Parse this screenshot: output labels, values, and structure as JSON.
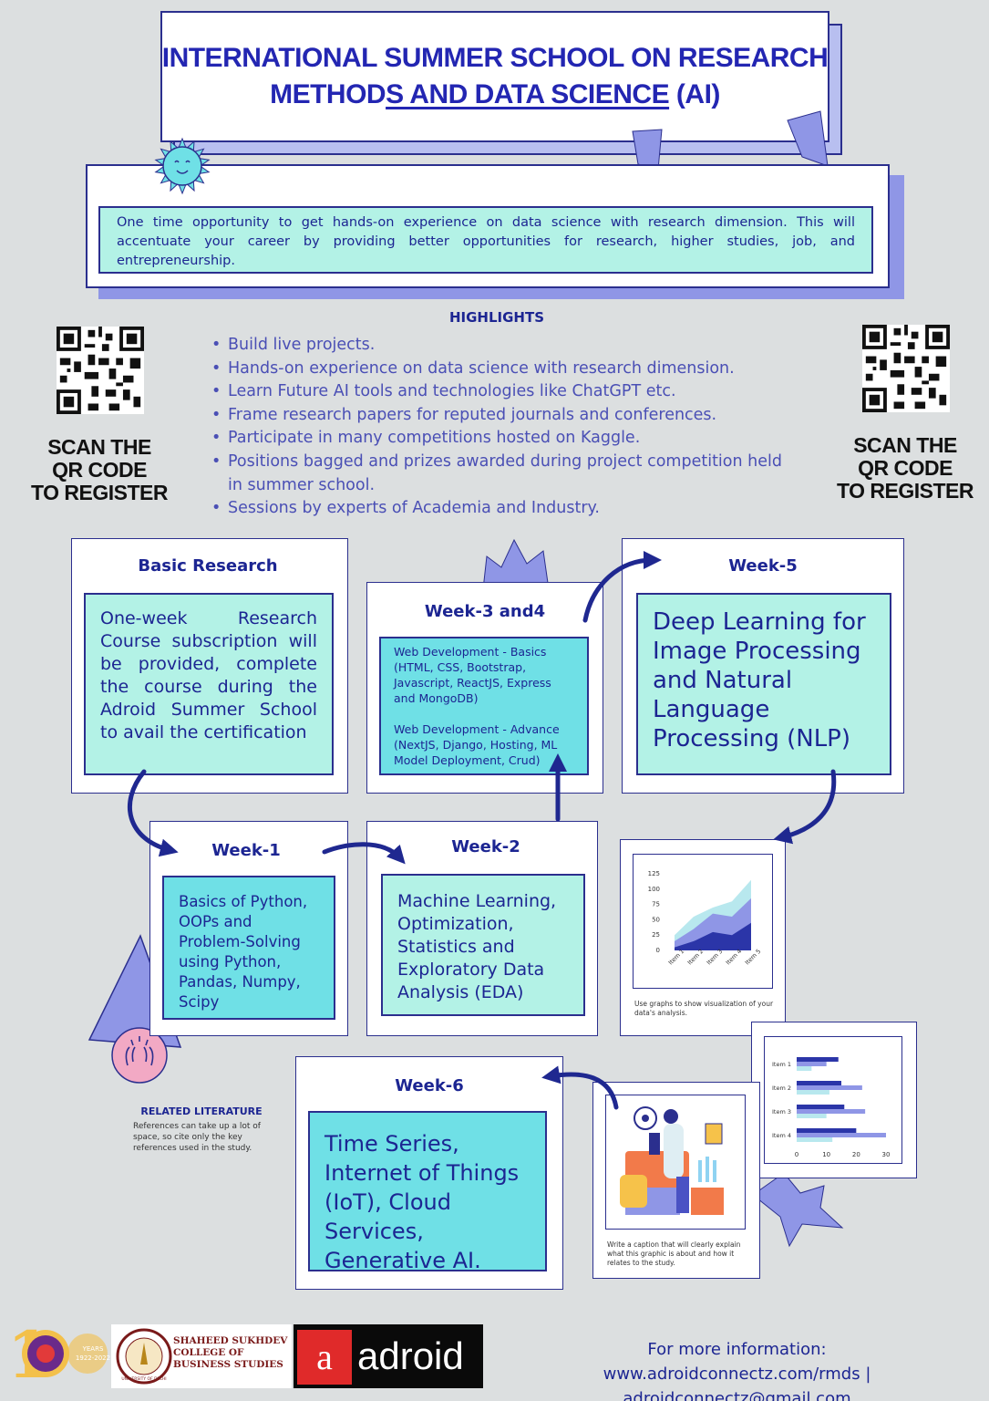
{
  "title": {
    "line1": "INTERNATIONAL SUMMER SCHOOL ON RESEARCH",
    "line2a": "METHOD",
    "line2b": "S AND DATA SCIENCE",
    "line2c": " (AI)"
  },
  "intro": "One time opportunity to get hands-on experience on data science with research dimension. This will accentuate your career by providing better opportunities for research, higher studies, job, and entrepreneurship.",
  "highlights": {
    "title": "HIGHLIGHTS",
    "items": [
      "Build live projects.",
      "Hands-on experience on data science with research dimension.",
      "Learn Future AI tools and technologies like ChatGPT etc.",
      "Frame research papers for reputed journals and conferences.",
      "Participate in many competitions hosted on Kaggle.",
      "Positions bagged and prizes awarded during project competition held in summer school.",
      "Sessions by experts of Academia and Industry."
    ]
  },
  "qr": {
    "left_label_1": "SCAN THE",
    "left_label_2": "QR CODE",
    "left_label_3": "TO REGISTER",
    "right_label_1": "SCAN THE",
    "right_label_2": "QR CODE",
    "right_label_3": "TO REGISTER"
  },
  "cards": {
    "basic": {
      "title": "Basic Research",
      "text": "One-week Research Course subscription will be provided, complete the course during the Adroid Summer School to avail the certification"
    },
    "w34": {
      "title": "Week-3 and4",
      "text1": "Web Development - Basics (HTML, CSS, Bootstrap, Javascript, ReactJS, Express and MongoDB)",
      "text2": "Web Development - Advance (NextJS, Django, Hosting, ML Model Deployment, Crud)"
    },
    "w5": {
      "title": "Week-5",
      "text": "Deep Learning for Image Processing and Natural Language Processing (NLP)"
    },
    "w1": {
      "title": "Week-1",
      "text": "Basics of Python, OOPs and Problem-Solving using Python, Pandas, Numpy, Scipy"
    },
    "w2": {
      "title": "Week-2",
      "text": "Machine Learning, Optimization, Statistics and Exploratory Data Analysis (EDA)"
    },
    "w6": {
      "title": "Week-6",
      "text": "Time Series, Internet of Things (IoT), Cloud Services, Generative AI."
    }
  },
  "area_chart": {
    "caption": "Use graphs to show visualization of your data's analysis.",
    "chart_data": {
      "type": "area",
      "yticks": [
        "125",
        "100",
        "75",
        "50",
        "25",
        "0"
      ],
      "categories": [
        "Item 1",
        "Item 2",
        "Item 3",
        "Item 4",
        "Item 5"
      ],
      "series": [
        {
          "values": [
            25,
            55,
            70,
            80,
            115
          ]
        },
        {
          "values": [
            15,
            35,
            60,
            55,
            85
          ]
        },
        {
          "values": [
            5,
            15,
            30,
            25,
            45
          ]
        }
      ]
    }
  },
  "bar_chart": {
    "chart_data": {
      "type": "bar",
      "categories": [
        "Item 1",
        "Item 2",
        "Item 3",
        "Item 4"
      ],
      "xticks": [
        "0",
        "10",
        "20",
        "30"
      ],
      "series": [
        {
          "values": [
            14,
            15,
            16,
            20
          ]
        },
        {
          "values": [
            10,
            22,
            23,
            30
          ]
        },
        {
          "values": [
            5,
            11,
            10,
            12
          ]
        }
      ]
    }
  },
  "photo_caption": "Write a caption that will clearly explain what this graphic is about and how it relates to the study.",
  "related": {
    "title": "RELATED LITERATURE",
    "text": "References can take up a lot of space, so cite only the key references used in the study."
  },
  "footer": {
    "info_title": "For more information:",
    "info_line": "www.adroidconnectz.com/rmds | adroidconnectz@gmail.com",
    "college": "SHAHEED SUKHDEV COLLEGE OF BUSINESS STUDIES",
    "college_sub": "UNIVERSITY OF DELHI",
    "brand": "adroid",
    "years": "YEARS",
    "years_range": "1922-2022"
  },
  "colors": {
    "navy": "#1c2592",
    "mint": "#b3f2e6",
    "cyan": "#6fe0e6",
    "lavender": "#8f96e6"
  }
}
